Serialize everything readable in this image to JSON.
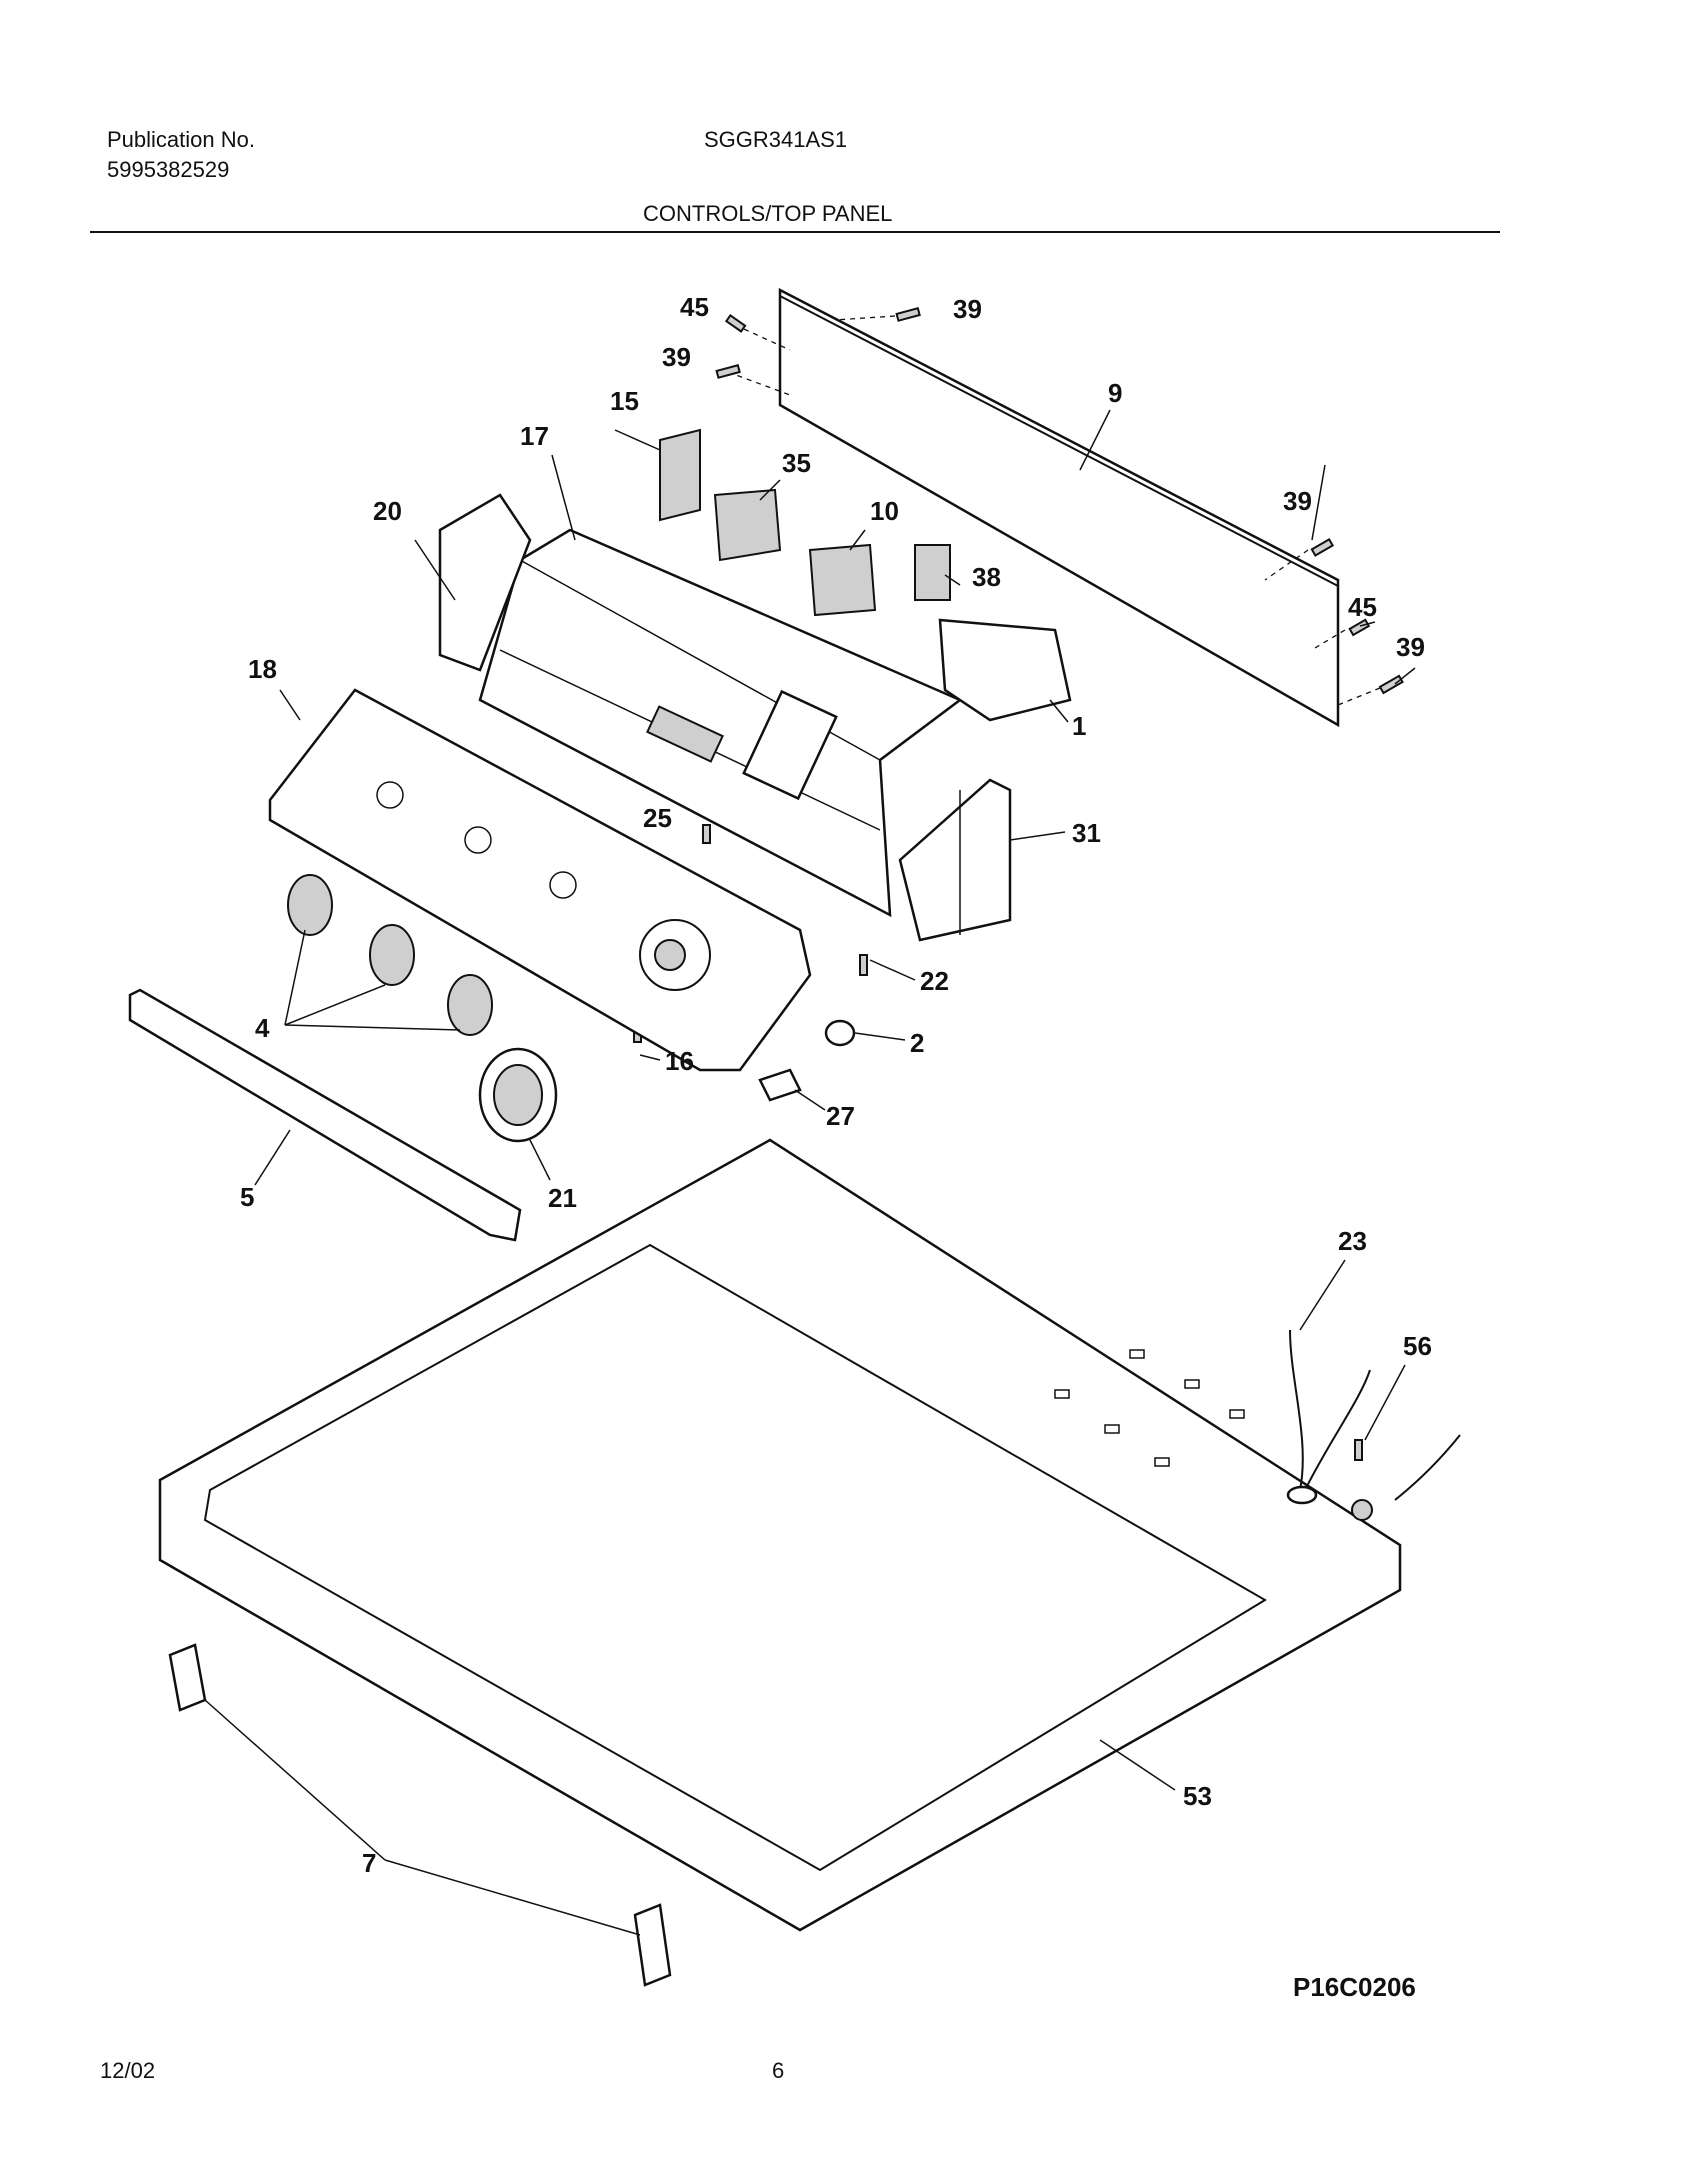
{
  "header": {
    "publication_label": "Publication No.",
    "publication_number": "5995382529",
    "model": "SGGR341AS1",
    "section_title": "CONTROLS/TOP PANEL"
  },
  "callouts": {
    "c45a": "45",
    "c39a": "39",
    "c39b": "39",
    "c9": "9",
    "c15": "15",
    "c17": "17",
    "c35": "35",
    "c10": "10",
    "c38": "38",
    "c20": "20",
    "c39c": "39",
    "c45b": "45",
    "c39d": "39",
    "c18": "18",
    "c1": "1",
    "c25": "25",
    "c31": "31",
    "c4": "4",
    "c22": "22",
    "c2": "2",
    "c16": "16",
    "c27": "27",
    "c5": "5",
    "c21": "21",
    "c23": "23",
    "c56": "56",
    "c53": "53",
    "c7": "7"
  },
  "drawing_code": "P16C0206",
  "footer": {
    "date": "12/02",
    "page": "6"
  }
}
